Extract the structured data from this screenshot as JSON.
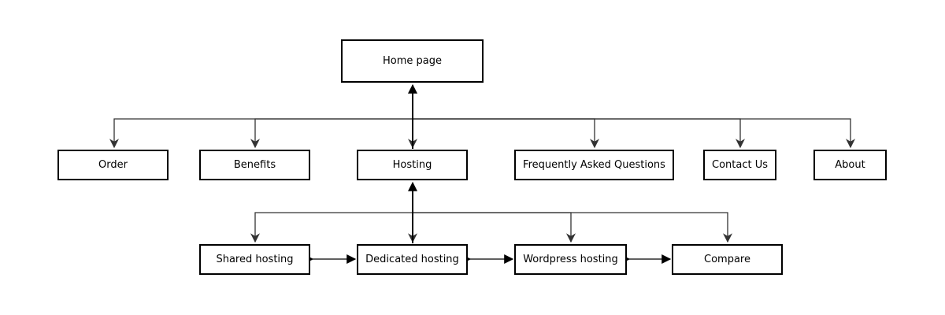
{
  "diagram": {
    "nodes": {
      "home": "Home page",
      "order": "Order",
      "benefits": "Benefits",
      "hosting": "Hosting",
      "faq": "Frequently Asked Questions",
      "contact": "Contact Us",
      "about": "About",
      "shared": "Shared hosting",
      "dedicated": "Dedicated hosting",
      "wordpress": "Wordpress hosting",
      "compare": "Compare"
    },
    "edges": [
      {
        "from": "home",
        "to": "order",
        "type": "directed"
      },
      {
        "from": "home",
        "to": "benefits",
        "type": "directed"
      },
      {
        "from": "home",
        "to": "hosting",
        "type": "directed"
      },
      {
        "from": "home",
        "to": "faq",
        "type": "directed"
      },
      {
        "from": "home",
        "to": "contact",
        "type": "directed"
      },
      {
        "from": "home",
        "to": "about",
        "type": "directed"
      },
      {
        "from": "hosting",
        "to": "home",
        "type": "directed"
      },
      {
        "from": "hosting",
        "to": "shared",
        "type": "directed"
      },
      {
        "from": "hosting",
        "to": "dedicated",
        "type": "directed"
      },
      {
        "from": "hosting",
        "to": "wordpress",
        "type": "directed"
      },
      {
        "from": "hosting",
        "to": "compare",
        "type": "directed"
      },
      {
        "from": "dedicated",
        "to": "hosting",
        "type": "directed"
      },
      {
        "from": "shared",
        "to": "dedicated",
        "type": "bidirectional"
      },
      {
        "from": "dedicated",
        "to": "wordpress",
        "type": "bidirectional"
      },
      {
        "from": "wordpress",
        "to": "compare",
        "type": "bidirectional"
      }
    ],
    "colors": {
      "line": "#333333",
      "strong_line": "#000000",
      "border": "#000000",
      "background": "#ffffff"
    }
  }
}
